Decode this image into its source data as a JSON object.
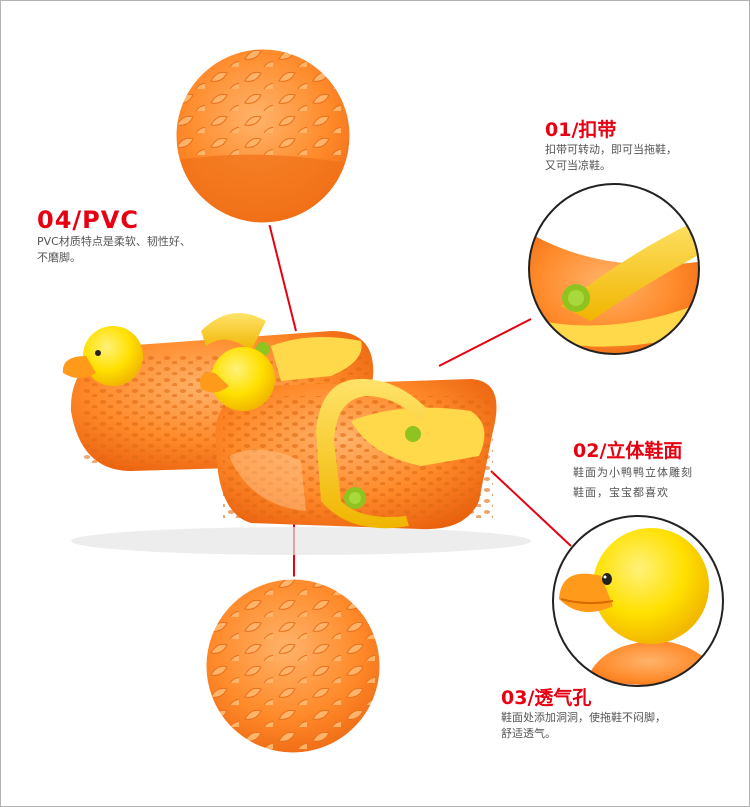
{
  "colors": {
    "accent": "#e60012",
    "text": "#555555",
    "shoe_orange": "#ff7a1a",
    "strap_yellow": "#ffd21a",
    "duck_yellow": "#ffe100",
    "frame": "#b3b3b3"
  },
  "callouts": {
    "strap": {
      "title": "01/扣带",
      "desc": [
        "扣带可转动，即可当拖鞋，",
        "又可当凉鞋。"
      ]
    },
    "upper": {
      "title": "02/立体鞋面",
      "desc": [
        "鞋面为小鸭鸭立体雕刻",
        "鞋面，宝宝都喜欢"
      ]
    },
    "holes": {
      "title": "03/透气孔",
      "desc": [
        "鞋面处添加洞洞，使拖鞋不闷脚，",
        "舒适透气。"
      ]
    },
    "pvc": {
      "title": "04/PVC",
      "desc": [
        "PVC材质特点是柔软、韧性好、",
        "不磨脚。"
      ]
    }
  }
}
